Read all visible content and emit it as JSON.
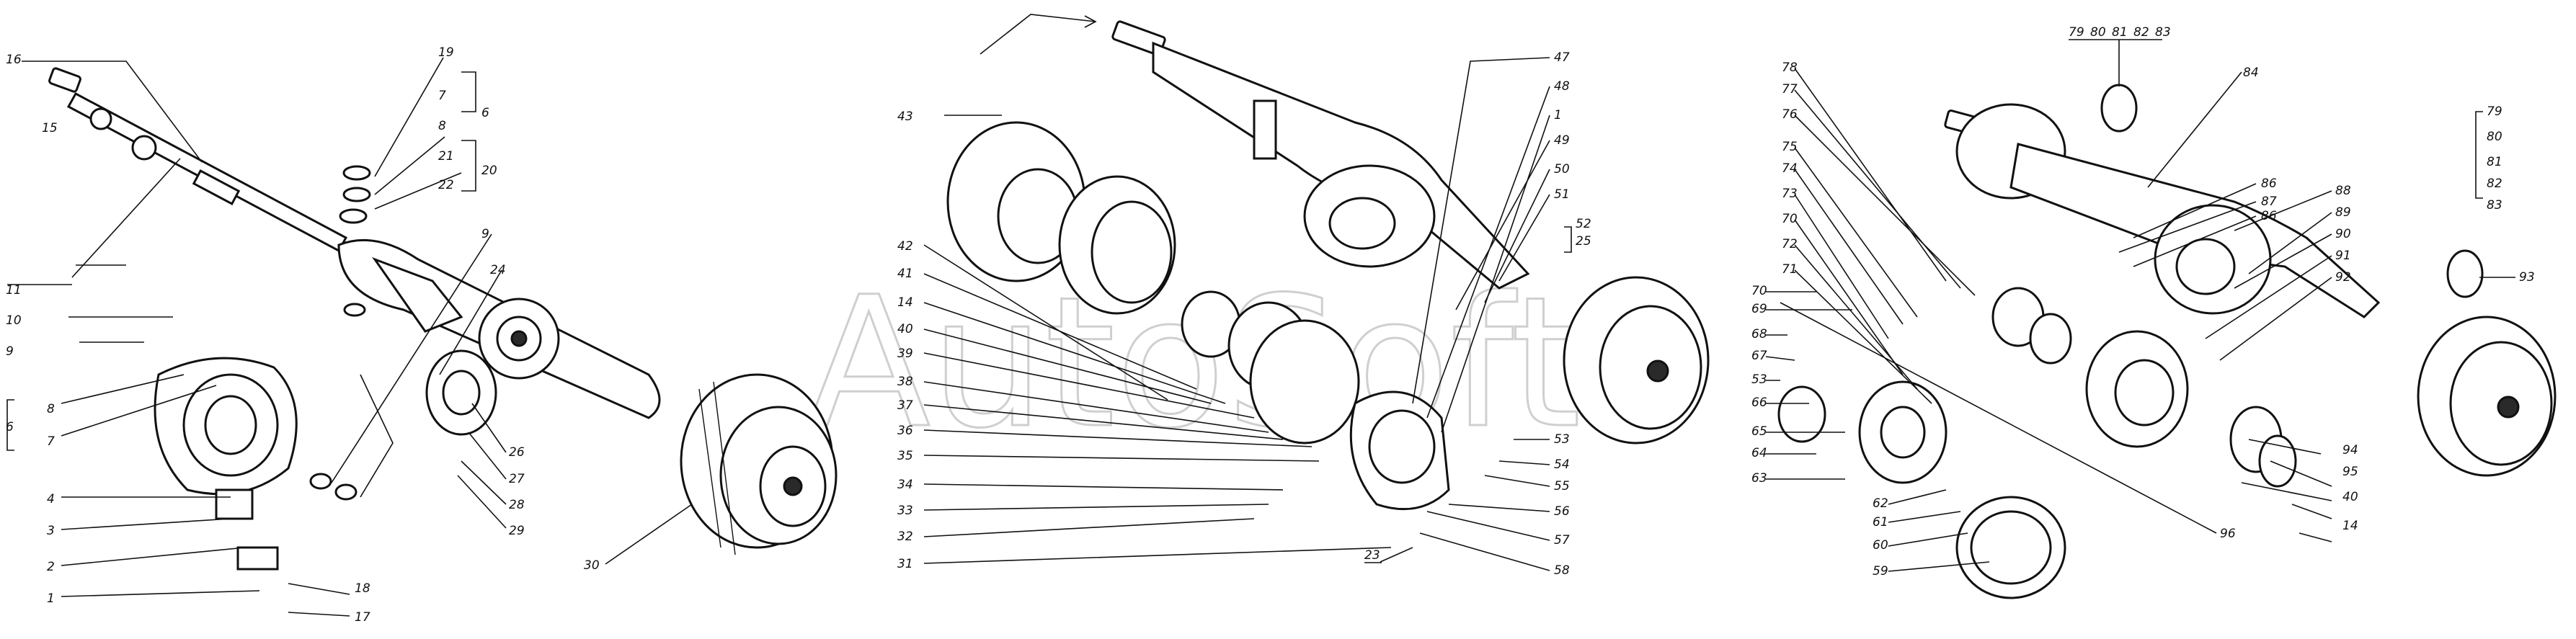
{
  "watermark": "AutoSoft",
  "labels": {
    "l1": "1",
    "l2": "2",
    "l3": "3",
    "l4": "4",
    "l6a": "6",
    "l7a": "7",
    "l8a": "8",
    "l9a": "9",
    "l10": "10",
    "l11": "11",
    "l15": "15",
    "l16": "16",
    "l17": "17",
    "l18": "18",
    "l19": "19",
    "l7b": "7",
    "l8b": "8",
    "l6b": "6",
    "l20": "20",
    "l21": "21",
    "l22": "22",
    "l9b": "9",
    "l24": "24",
    "l26": "26",
    "l27": "27",
    "l28": "28",
    "l29": "29",
    "l30": "30",
    "l43": "43",
    "l42": "42",
    "l41": "41",
    "l14a": "14",
    "l40a": "40",
    "l39": "39",
    "l38": "38",
    "l37": "37",
    "l36": "36",
    "l35": "35",
    "l34": "34",
    "l33": "33",
    "l32": "32",
    "l31": "31",
    "l23": "23",
    "l58": "58",
    "l47": "47",
    "l48": "48",
    "l1b": "1",
    "l49": "49",
    "l50": "50",
    "l51": "51",
    "l52": "52",
    "l25": "25",
    "l53": "53",
    "l54": "54",
    "l55": "55",
    "l56": "56",
    "l57": "57",
    "l78": "78",
    "l77": "77",
    "l76": "76",
    "l75": "75",
    "l74": "74",
    "l73": "73",
    "l70a": "70",
    "l72": "72",
    "l71": "71",
    "l70b": "70",
    "l69": "69",
    "l68": "68",
    "l67": "67",
    "l53b": "53",
    "l66": "66",
    "l65": "65",
    "l64": "64",
    "l63": "63",
    "l62": "62",
    "l61": "61",
    "l60": "60",
    "l59": "59",
    "l96": "96",
    "l79a": "79",
    "l80a": "80",
    "l81a": "81",
    "l82a": "82",
    "l83a": "83",
    "l84": "84",
    "l86a": "86",
    "l87": "87",
    "l86b": "86",
    "l88": "88",
    "l89": "89",
    "l90": "90",
    "l91": "91",
    "l92": "92",
    "l93": "93",
    "l79b": "79",
    "l80b": "80",
    "l81b": "81",
    "l82b": "82",
    "l83b": "83",
    "l94": "94",
    "l95": "95",
    "l40b": "40",
    "l14b": "14"
  }
}
